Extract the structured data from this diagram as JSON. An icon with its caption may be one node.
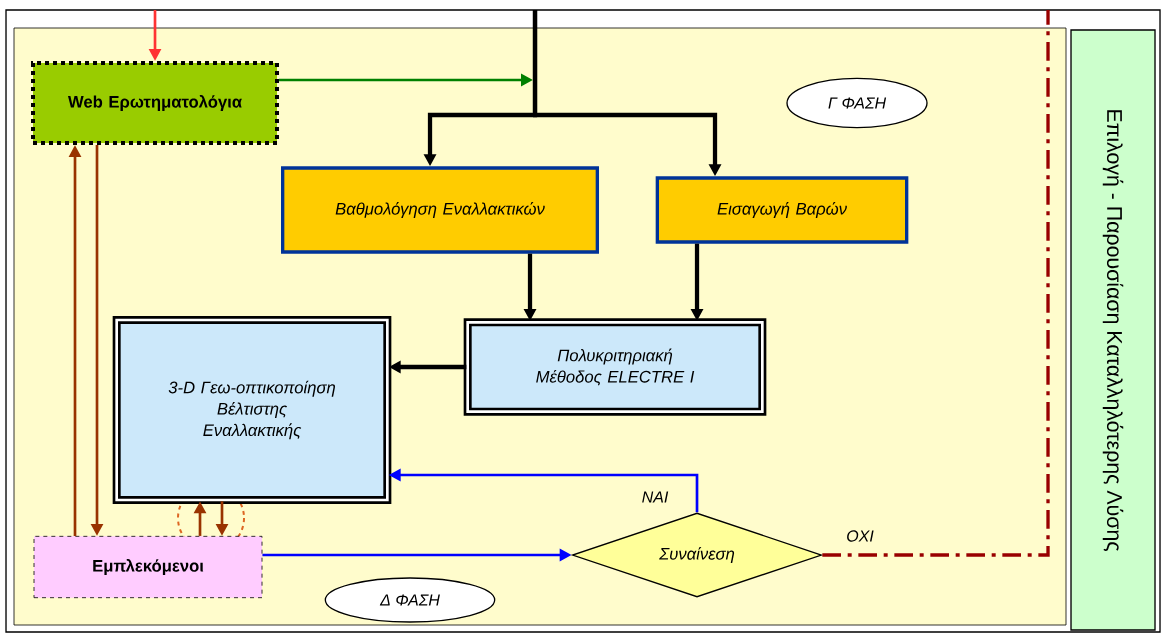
{
  "diagram": {
    "nodes": [
      {
        "text": [
          "Web Ερωτηματολόγια"
        ]
      },
      {
        "text": [
          "Γ ΦΑΣΗ"
        ]
      },
      {
        "text": [
          "Βαθμολόγηση Εναλλακτικών"
        ]
      },
      {
        "text": [
          "Εισαγωγή Βαρών"
        ]
      },
      {
        "text": [
          "3-D Γεω-οπτικοποίηση Βέλτιστης Εναλλακτικής"
        ]
      },
      {
        "text": [
          "Πολυκριτηριακή Μέθοδος ELECTRE I"
        ]
      },
      {
        "text": [
          "Εμπλεκόμενοι"
        ]
      },
      {
        "text": [
          "Συναίνεση"
        ]
      },
      {
        "text": [
          "Δ ΦΑΣΗ"
        ]
      },
      {
        "text": [
          "Επιλογή - Παρουσίαση Καταλληλότερης Λύσης"
        ]
      }
    ],
    "edges": [
      {
        "from": null,
        "to": 2,
        "arrow": "to"
      },
      {
        "from": null,
        "to": 3,
        "arrow": "to"
      },
      {
        "from": 0,
        "to": null,
        "arrow": "to",
        "color": "#008000"
      },
      {
        "from": null,
        "to": 0,
        "arrow": "to",
        "color": "#ff3333"
      },
      {
        "from": 2,
        "to": 5,
        "arrow": "to"
      },
      {
        "from": 3,
        "to": 5,
        "arrow": "to"
      },
      {
        "from": 5,
        "to": 4,
        "arrow": "to"
      },
      {
        "from": 6,
        "to": 0,
        "arrow": "to",
        "color": "#993300"
      },
      {
        "from": 0,
        "to": 6,
        "arrow": "to",
        "color": "#993300"
      },
      {
        "from": 6,
        "to": 4,
        "arrow": "to",
        "color": "#993300"
      },
      {
        "from": 4,
        "to": 6,
        "arrow": "to",
        "color": "#993300"
      },
      {
        "from": 6,
        "to": 7,
        "arrow": "to",
        "color": "#0000ff"
      },
      {
        "from": 7,
        "to": 4,
        "arrow": "to",
        "color": "#0000ff",
        "label": "ΝΑΙ"
      },
      {
        "from": 7,
        "to": null,
        "arrow": "none",
        "style": "dashed",
        "color": "#990000",
        "label": "ΟΧΙ"
      }
    ]
  }
}
